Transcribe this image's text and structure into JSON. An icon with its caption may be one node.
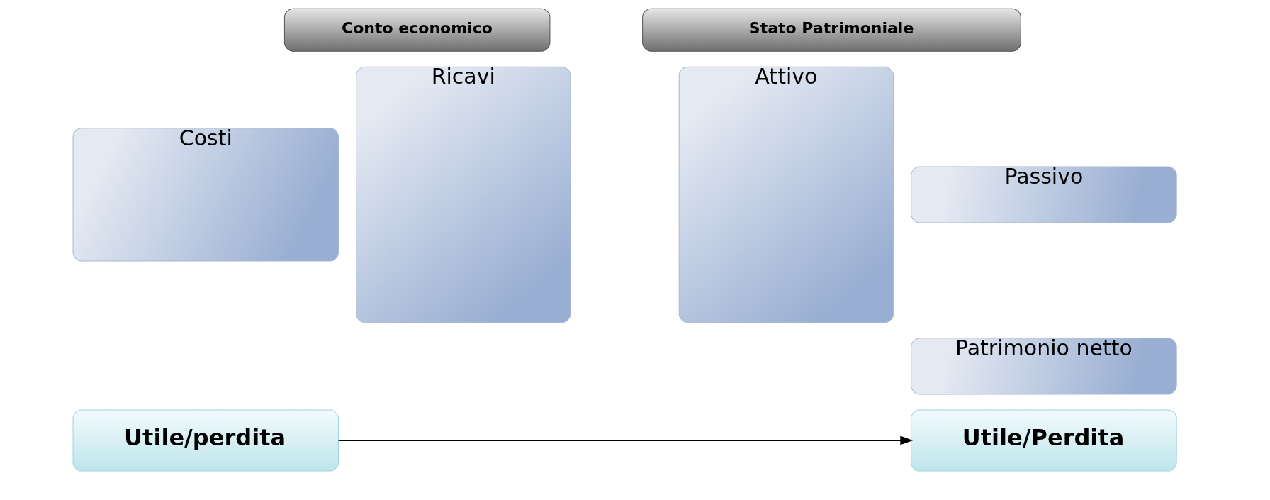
{
  "diagram": {
    "nodes": [
      {
        "text": [
          "Conto economico"
        ]
      },
      {
        "text": [
          "Stato Patrimoniale"
        ]
      },
      {
        "text": [
          "Costi"
        ]
      },
      {
        "text": [
          "Ricavi"
        ]
      },
      {
        "text": [
          "Attivo"
        ]
      },
      {
        "text": [
          "Passivo"
        ]
      },
      {
        "text": [
          "Patrimonio netto"
        ]
      },
      {
        "text": [
          "Utile/perdita"
        ]
      },
      {
        "text": [
          "Utile/Perdita"
        ]
      }
    ],
    "edges": [
      {
        "from": 7,
        "to": 8,
        "arrow": "to"
      }
    ]
  }
}
